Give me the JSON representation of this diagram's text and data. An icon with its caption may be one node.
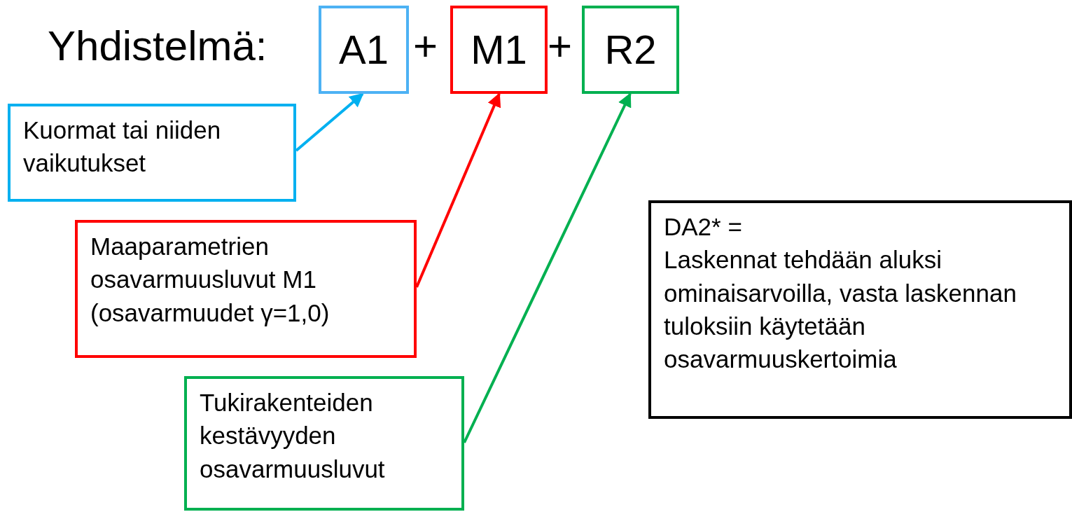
{
  "diagram": {
    "title": "Yhdistelmä:",
    "nodes": [
      {
        "text": [
          "A1"
        ]
      },
      {
        "text": [
          "M1"
        ]
      },
      {
        "text": [
          "R2"
        ]
      },
      {
        "text": [
          "Kuormat tai niiden vaikutukset"
        ]
      },
      {
        "text": [
          "Maaparametrien osavarmuusluvut M1 (osavarmuudet γ=1,0)"
        ]
      },
      {
        "text": [
          "Tukirakenteiden kestävyyden osavarmuusluvut"
        ]
      },
      {
        "text": [
          "DA2* =",
          "Laskennat tehdään aluksi ominaisarvoilla, vasta laskennan tuloksiin käytetään osavarmuuskertoimia"
        ]
      }
    ],
    "edges": [
      {
        "from": 3,
        "to": 0,
        "arrow": "to",
        "color": "#00b0f0"
      },
      {
        "from": 4,
        "to": 1,
        "arrow": "to",
        "color": "#ff0000"
      },
      {
        "from": 5,
        "to": 2,
        "arrow": "to",
        "color": "#00b050"
      }
    ],
    "labels": [
      "+",
      "+"
    ]
  }
}
